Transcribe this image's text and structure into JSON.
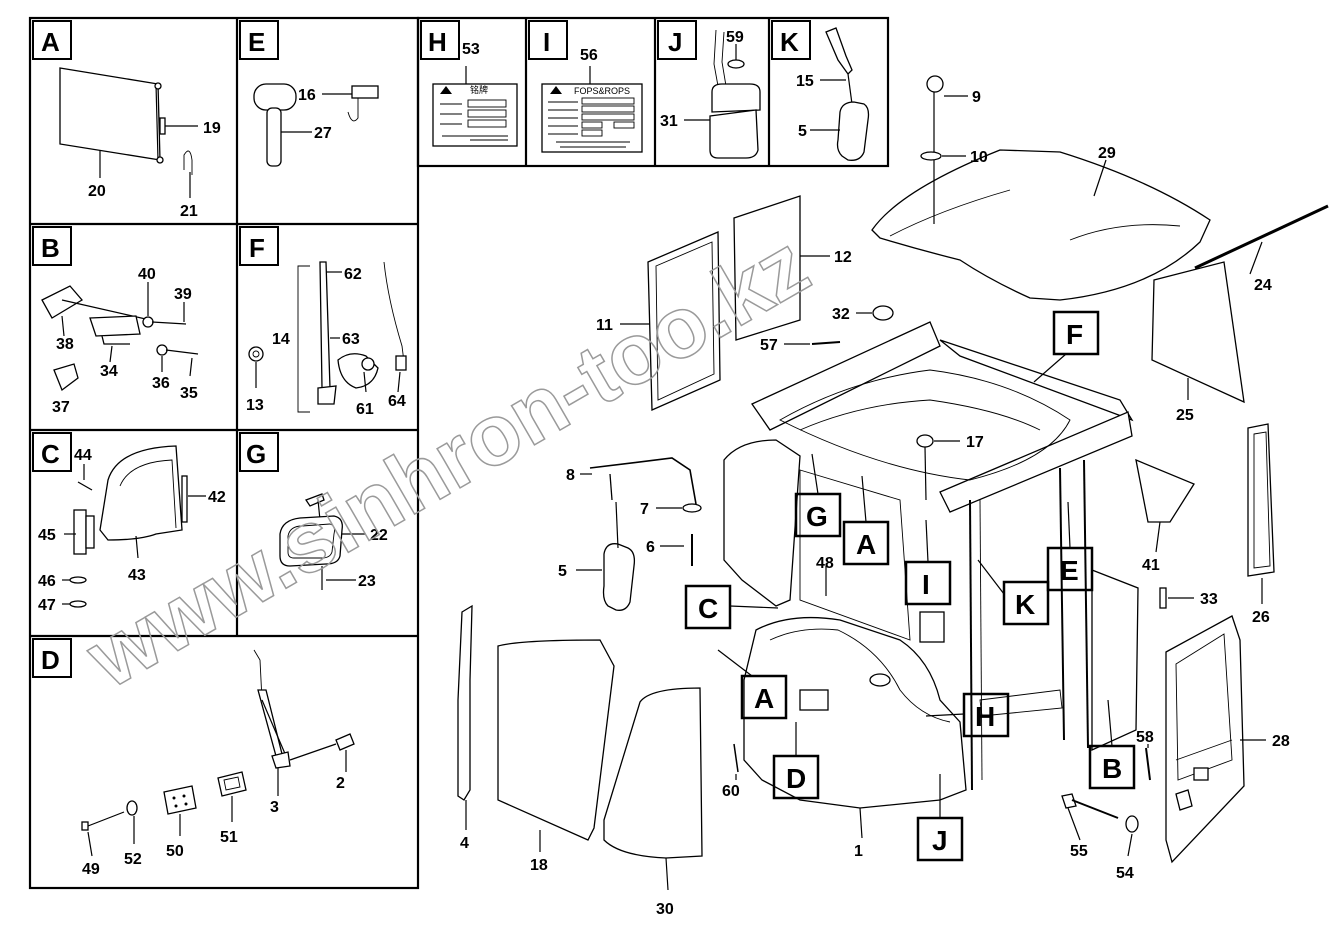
{
  "watermark": "www.sinhron-too.kz",
  "panels": {
    "A": {
      "letter": "A",
      "parts": [
        "19",
        "20",
        "21"
      ]
    },
    "B": {
      "letter": "B",
      "parts": [
        "40",
        "39",
        "38",
        "34",
        "36",
        "35",
        "37"
      ]
    },
    "C": {
      "letter": "C",
      "parts": [
        "44",
        "42",
        "45",
        "43",
        "46",
        "47"
      ]
    },
    "D": {
      "letter": "D",
      "parts": [
        "2",
        "3",
        "51",
        "50",
        "52",
        "49"
      ]
    },
    "E": {
      "letter": "E",
      "parts": [
        "16",
        "27"
      ]
    },
    "F": {
      "letter": "F",
      "parts": [
        "62",
        "14",
        "63",
        "13",
        "61",
        "64"
      ]
    },
    "G": {
      "letter": "G",
      "parts": [
        "22",
        "23"
      ]
    },
    "H": {
      "letter": "H",
      "parts": [
        "53"
      ]
    },
    "I": {
      "letter": "I",
      "parts": [
        "56"
      ]
    },
    "J": {
      "letter": "J",
      "parts": [
        "59",
        "31"
      ]
    },
    "K": {
      "letter": "K",
      "parts": [
        "15",
        "5"
      ]
    }
  },
  "plates": {
    "H_title": "铭牌",
    "I_title": "FOPS&ROPS"
  },
  "main_parts": [
    "9",
    "10",
    "29",
    "24",
    "12",
    "11",
    "32",
    "57",
    "25",
    "17",
    "8",
    "7",
    "6",
    "5",
    "48",
    "41",
    "26",
    "33",
    "28",
    "58",
    "60",
    "55",
    "54",
    "4",
    "18",
    "30",
    "1"
  ],
  "callouts": [
    "F",
    "G",
    "A",
    "I",
    "E",
    "K",
    "C",
    "A",
    "H",
    "D",
    "B",
    "J"
  ]
}
